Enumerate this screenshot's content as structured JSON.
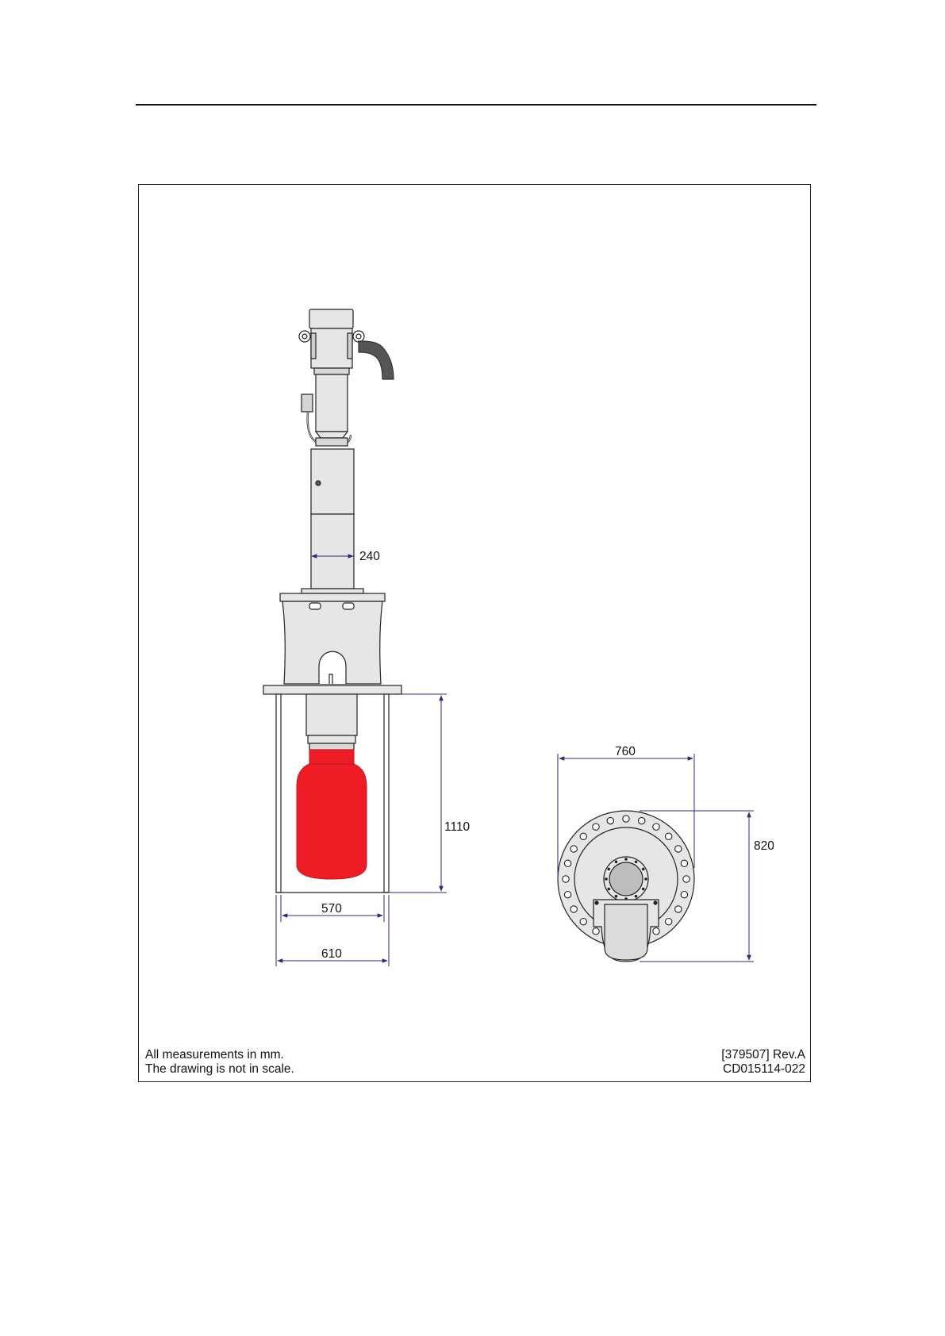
{
  "dimensions": {
    "shaft_width": "240",
    "trunk_height": "1110",
    "trunk_inner_width": "570",
    "trunk_outer_width": "610",
    "flange_width": "760",
    "flange_depth": "820"
  },
  "notes": {
    "units": "All measurements in mm.",
    "scale": "The drawing is not in scale.",
    "reference": "[379507] Rev.A",
    "drawing_number": "CD015114-022"
  },
  "colors": {
    "body_fill": "#e6e6e6",
    "outline": "#222222",
    "transducer_red": "#ee1c25",
    "dimension_line": "#2a2a78",
    "cable": "#555555"
  }
}
